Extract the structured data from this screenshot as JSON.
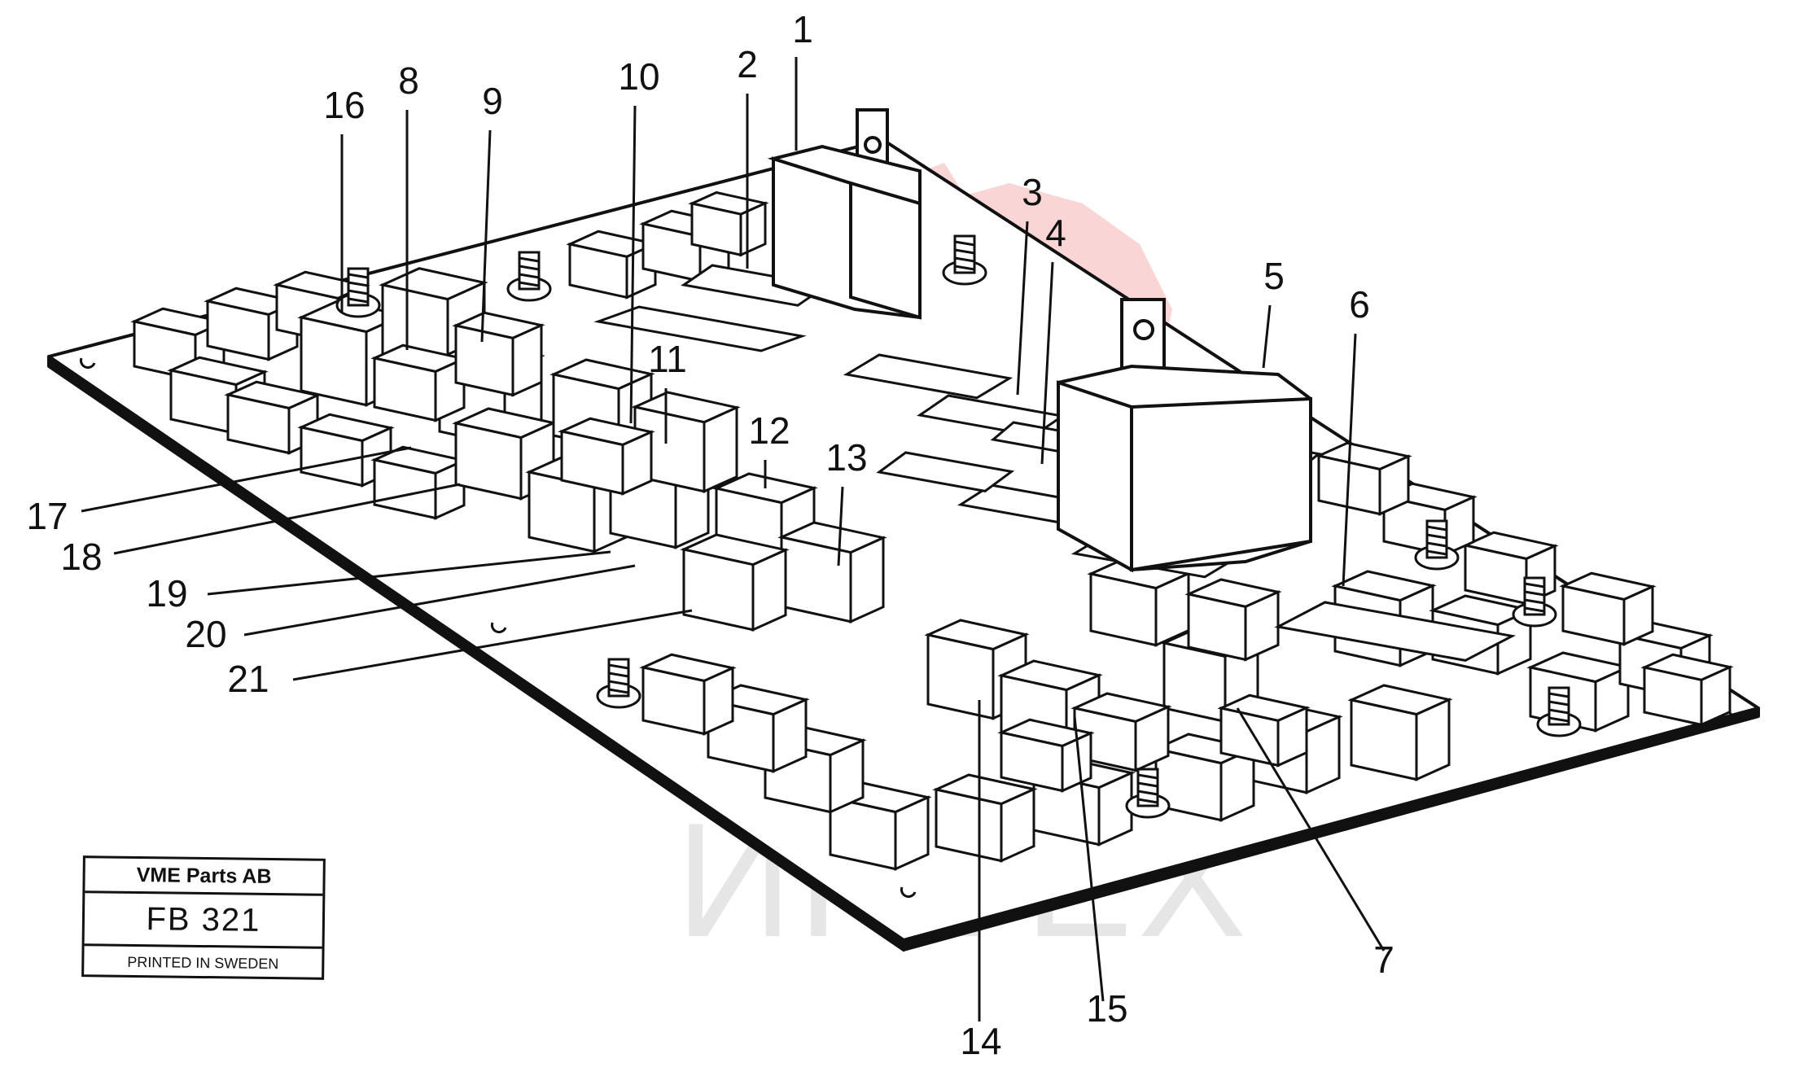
{
  "diagram": {
    "watermark_text": "ИНТЕХ",
    "callouts": [
      {
        "id": "1",
        "label": "1"
      },
      {
        "id": "2",
        "label": "2"
      },
      {
        "id": "3",
        "label": "3"
      },
      {
        "id": "4",
        "label": "4"
      },
      {
        "id": "5",
        "label": "5"
      },
      {
        "id": "6",
        "label": "6"
      },
      {
        "id": "7",
        "label": "7"
      },
      {
        "id": "8",
        "label": "8"
      },
      {
        "id": "9",
        "label": "9"
      },
      {
        "id": "10",
        "label": "10"
      },
      {
        "id": "11",
        "label": "11"
      },
      {
        "id": "12",
        "label": "12"
      },
      {
        "id": "13",
        "label": "13"
      },
      {
        "id": "14",
        "label": "14"
      },
      {
        "id": "15",
        "label": "15"
      },
      {
        "id": "16",
        "label": "16"
      },
      {
        "id": "17",
        "label": "17"
      },
      {
        "id": "18",
        "label": "18"
      },
      {
        "id": "19",
        "label": "19"
      },
      {
        "id": "20",
        "label": "20"
      },
      {
        "id": "21",
        "label": "21"
      }
    ]
  },
  "title_block": {
    "company": "VME Parts AB",
    "code": "FB  321",
    "printed": "PRINTED IN SWEDEN"
  },
  "colors": {
    "line": "#111111",
    "watermark_red": "#f7caca",
    "watermark_grey": "#e6e6e6"
  }
}
